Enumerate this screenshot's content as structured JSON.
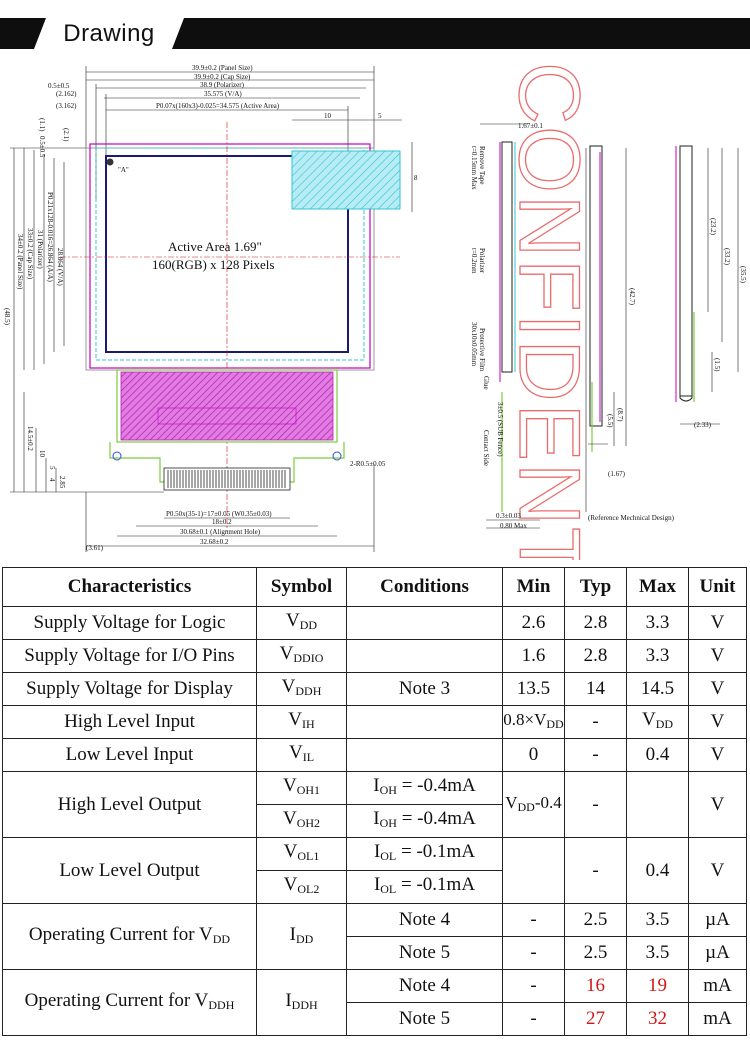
{
  "header": {
    "title": "Drawing"
  },
  "watermark": "CONFIDENTIAL",
  "drawing": {
    "panel_size": "39.9±0.2 (Panel Size)",
    "cap_size": "39.9±0.2 (Cap Size)",
    "polarizer": "38.9 (Polarizer)",
    "va": "35.575 (V/A)",
    "active_area_dim": "P0.07x(160x3)-0.025=34.575 (Active Area)",
    "dim_05": "0.5±0.5",
    "dim_2162": "(2.162)",
    "dim_3162": "(3.162)",
    "dim_11": "(1.1)",
    "dim_21": "(2.1)",
    "dim_05b": "0.5±0.5",
    "dim_10": "10",
    "dim_5": "5",
    "dim_8": "8",
    "corner_label": "\"A\"",
    "active_area_line1": "Active Area 1.69\"",
    "active_area_line2": "160(RGB) x 128 Pixels",
    "v_panel": "34±0.2 (Panel Size)",
    "v_cap": "33±0.2 (Cap Size)",
    "v_polarizer": "31 (Polarizer)",
    "v_va": "28.864 (V/A)",
    "v_aa": "P0.21x128-0.016=26.864 (A/A)",
    "v_485": "(48.5)",
    "v_145": "14.5±0.2",
    "v_10": "10",
    "v_5": "5",
    "v_4": "4",
    "v_285": "2.85",
    "radius": "2-R0.5±0.05",
    "pitch": "P0.50x(35-1)=17±0.05 (W0.35±0.03)",
    "dim_18": "18±0.2",
    "alignment": "30.68±0.1 (Alignment Hole)",
    "dim_3268": "32.68±0.2",
    "dim_361": "(3.61)",
    "side_167": "1.67±0.1",
    "remove_tape": "Remove Tape",
    "remove_tape_t": "t=0.15mm Max",
    "polarizer_label": "Polarizer",
    "polarizer_t": "t=0.2mm",
    "protective_film": "Protective Film",
    "protective_film_size": "30x10x0.05mm",
    "glue": "Glue",
    "sub_fence": "3±0.5 (SUB Fence)",
    "contact_side": "Contact Side",
    "dim_427": "(42.7)",
    "dim_87": "(8.7)",
    "dim_55": "(5.5)",
    "dim_167p": "(1.67)",
    "dim_03": "0.3±0.03",
    "dim_080": "0.80 Max",
    "ref_design": "(Reference Mechnical Design)",
    "dim_232": "(23.2)",
    "dim_332": "(33.2)",
    "dim_355": "(35.5)",
    "dim_15": "(1.5)",
    "dim_233": "(2.33)"
  },
  "table": {
    "headers": [
      "Characteristics",
      "Symbol",
      "Conditions",
      "Min",
      "Typ",
      "Max",
      "Unit"
    ],
    "rows": {
      "r1": {
        "char": "Supply Voltage for Logic",
        "sym": "V",
        "sym_sub": "DD",
        "cond": "",
        "min": "2.6",
        "typ": "2.8",
        "max": "3.3",
        "unit": "V"
      },
      "r2": {
        "char": "Supply Voltage for I/O Pins",
        "sym": "V",
        "sym_sub": "DDIO",
        "cond": "",
        "min": "1.6",
        "typ": "2.8",
        "max": "3.3",
        "unit": "V"
      },
      "r3": {
        "char": "Supply Voltage for Display",
        "sym": "V",
        "sym_sub": "DDH",
        "cond": "Note 3",
        "min": "13.5",
        "typ": "14",
        "max": "14.5",
        "unit": "V"
      },
      "r4": {
        "char": "High Level Input",
        "sym": "V",
        "sym_sub": "IH",
        "cond": "",
        "min_a": "0.8×V",
        "min_sub": "DD",
        "typ": "-",
        "max_a": "V",
        "max_sub": "DD",
        "unit": "V"
      },
      "r5": {
        "char": "Low Level Input",
        "sym": "V",
        "sym_sub": "IL",
        "cond": "",
        "min": "0",
        "typ": "-",
        "max": "0.4",
        "unit": "V"
      },
      "r6": {
        "char": "High Level Output",
        "sym1": "V",
        "sym1_sub": "OH1",
        "sym2": "V",
        "sym2_sub": "OH2",
        "cond1_a": "I",
        "cond1_sub": "OH",
        "cond1_b": " = -0.4mA",
        "cond2_a": "I",
        "cond2_sub": "OH",
        "cond2_b": " = -0.4mA",
        "min_a": "V",
        "min_sub": "DD",
        "min_b": "-0.4",
        "typ": "-",
        "max": "",
        "unit": "V"
      },
      "r7": {
        "char": "Low Level Output",
        "sym1": "V",
        "sym1_sub": "OL1",
        "sym2": "V",
        "sym2_sub": "OL2",
        "cond1_a": "I",
        "cond1_sub": "OL",
        "cond1_b": " = -0.1mA",
        "cond2_a": "I",
        "cond2_sub": "OL",
        "cond2_b": " = -0.1mA",
        "min": "",
        "typ": "-",
        "max": "0.4",
        "unit": "V"
      },
      "r8": {
        "char_a": "Operating Current for V",
        "char_sub": "DD",
        "sym": "I",
        "sym_sub": "DD",
        "cond1": "Note 4",
        "cond2": "Note 5",
        "min1": "-",
        "min2": "-",
        "typ1": "2.5",
        "typ2": "2.5",
        "max1": "3.5",
        "max2": "3.5",
        "unit1": "µA",
        "unit2": "µA"
      },
      "r9": {
        "char_a": "Operating Current for V",
        "char_sub": "DDH",
        "sym": "I",
        "sym_sub": "DDH",
        "cond1": "Note 4",
        "cond2": "Note 5",
        "min1": "-",
        "min2": "-",
        "typ1": "16",
        "typ2": "27",
        "max1": "19",
        "max2": "32",
        "unit1": "mA",
        "unit2": "mA"
      }
    }
  },
  "colors": {
    "header_bg": "#0e0e0e",
    "watermark": "#e23b3b",
    "highlight": "#d01818",
    "magenta": "#c000c0",
    "cyan": "#33c4d8",
    "green": "#7ccc3a",
    "navy": "#1a1a70"
  }
}
